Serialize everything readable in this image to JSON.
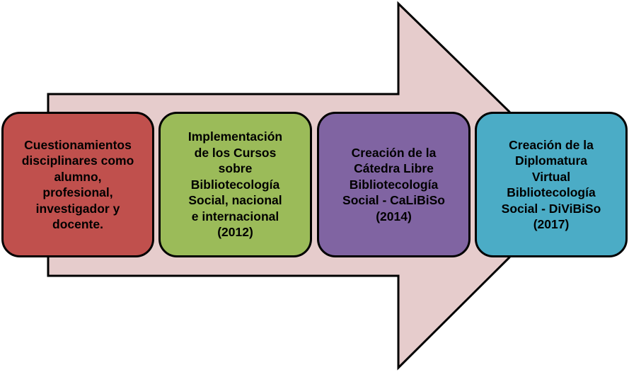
{
  "diagram": {
    "arrow_color": "#e6cccc",
    "arrow_stroke": "#000000",
    "steps": [
      {
        "text": "Cuestionamientos\ndisciplinares como\nalumno,\nprofesional,\ninvestigador y\ndocente.",
        "color": "#c0504d"
      },
      {
        "text": "Implementación\nde los Cursos\nsobre\nBibliotecología\nSocial, nacional\ne internacional\n(2012)",
        "color": "#9bbb59"
      },
      {
        "text": "Creación de la\nCátedra Libre\nBibliotecología\nSocial - CaLiBiSo\n(2014)",
        "color": "#8064a2"
      },
      {
        "text": "Creación de la\nDiplomatura\nVirtual\nBibliotecología\nSocial - DiViBiSo\n(2017)",
        "color": "#4bacc6"
      }
    ]
  }
}
